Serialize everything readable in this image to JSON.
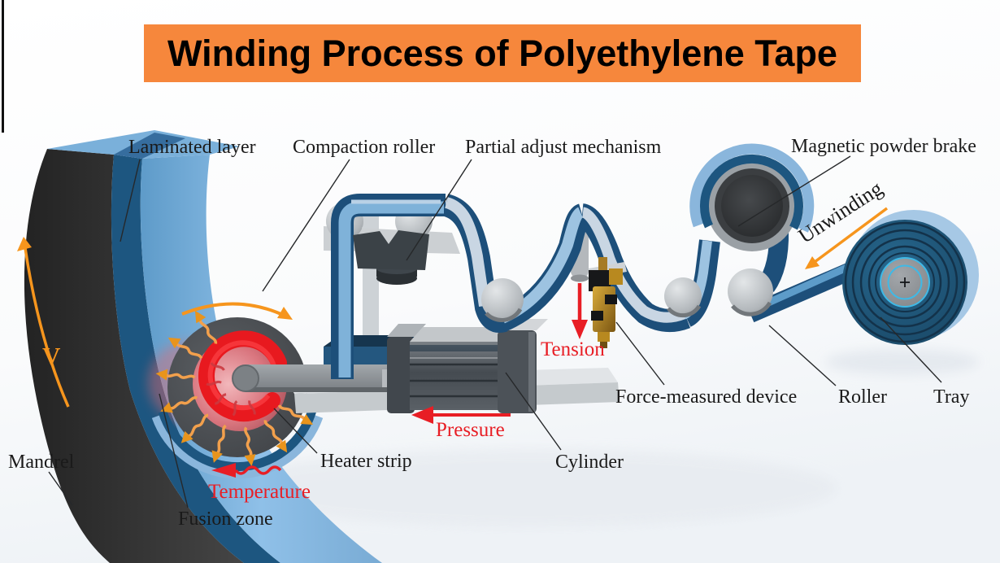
{
  "title": {
    "text": "Winding Process of Polyethylene Tape"
  },
  "labels": {
    "laminated_layer": "Laminated layer",
    "compaction_roller": "Compaction roller",
    "partial_adjust_mechanism": "Partial adjust mechanism",
    "magnetic_powder_brake": "Magnetic powder brake",
    "force_measured_device": "Force-measured device",
    "roller": "Roller",
    "tray": "Tray",
    "cylinder": "Cylinder",
    "heater_strip": "Heater strip",
    "fusion_zone": "Fusion zone",
    "mandrel": "Mandrel"
  },
  "annotations": {
    "unwinding": {
      "text": "Unwinding",
      "color": "#1a1a1a",
      "arrow": "down-left",
      "arrow_color": "#F6951D"
    },
    "tension": {
      "text": "Tension",
      "color": "#E81E25",
      "arrow": "down",
      "arrow_color": "#E81E25"
    },
    "pressure": {
      "text": "Pressure",
      "color": "#E81E25",
      "arrow": "left",
      "arrow_color": "#E81E25"
    },
    "temperature": {
      "text": "Temperature",
      "color": "#E81E25",
      "arrow": "wavy-left",
      "arrow_color": "#E81E25"
    },
    "velocity": {
      "text": "V",
      "color": "#F6951D",
      "arrow": "curved-up",
      "arrow_color": "#F6951D"
    }
  },
  "colors": {
    "banner_bg": "#F6873C",
    "title_text": "#000000",
    "label_text": "#1a1a1a",
    "annotation_red": "#E81E25",
    "annotation_orange": "#F6951D",
    "tape_face": "#7FB2D9",
    "tape_edge": "#1D4F7A",
    "heater_red": "#E8191F",
    "metal_gray": "#9AA0A5"
  }
}
